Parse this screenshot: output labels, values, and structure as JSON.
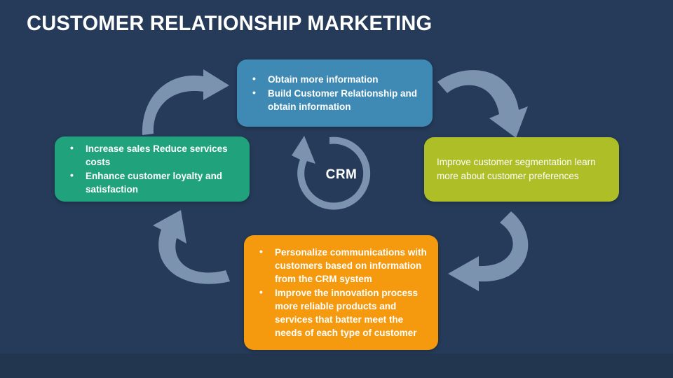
{
  "slide": {
    "title": "CUSTOMER RELATIONSHIP MARKETING",
    "background_color": "#253b59"
  },
  "center": {
    "label": "CRM",
    "icon": "circular-arrow-icon",
    "arrow_color": "#7c93b0"
  },
  "cards": {
    "top": {
      "name": "blue-card",
      "color": "#3e8ab4",
      "bullets": [
        "Obtain more information",
        "Build Customer Relationship and obtain information"
      ]
    },
    "left": {
      "name": "green-card",
      "color": "#20a37c",
      "bullets": [
        "Increase sales Reduce services costs",
        "Enhance customer loyalty and satisfaction"
      ]
    },
    "right": {
      "name": "olive-card",
      "color": "#aebe26",
      "text": "Improve customer segmentation learn more about customer preferences"
    },
    "bottom": {
      "name": "orange-card",
      "color": "#f59a0e",
      "bullets": [
        "Personalize communications with customers based on information from the CRM system",
        "Improve the innovation process more reliable products and services that batter meet the needs of each type of customer"
      ]
    }
  },
  "arrows": [
    {
      "name": "arrow-top-left",
      "direction": "clockwise-to-blue"
    },
    {
      "name": "arrow-top-right",
      "direction": "clockwise-to-olive"
    },
    {
      "name": "arrow-bottom-right",
      "direction": "clockwise-to-orange"
    },
    {
      "name": "arrow-bottom-left",
      "direction": "clockwise-to-green"
    }
  ]
}
